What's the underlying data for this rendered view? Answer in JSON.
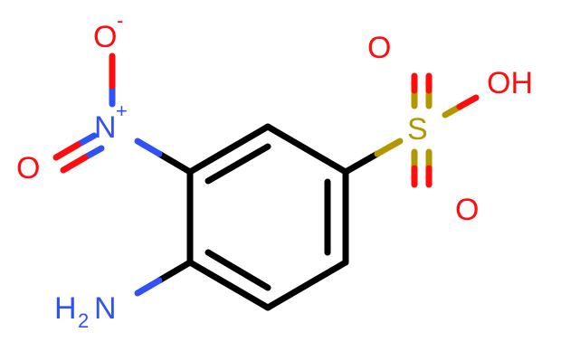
{
  "colors": {
    "carbon_bond": "#000000",
    "oxygen": "#ff0d0d",
    "nitrogen": "#3050f8",
    "sulfur": "#b29700",
    "background": "#ffffff"
  },
  "atoms": {
    "o_minus": {
      "symbol": "O",
      "charge": "-"
    },
    "n_plus": {
      "symbol": "N",
      "charge": "+"
    },
    "o_left": {
      "symbol": "O"
    },
    "sulfur": {
      "symbol": "S"
    },
    "o_top": {
      "symbol": "O"
    },
    "o_bottom": {
      "symbol": "O"
    },
    "oh": {
      "symbol": "OH"
    },
    "nh2": {
      "symbol": "H",
      "subscript": "2",
      "symbol2": "N"
    }
  }
}
